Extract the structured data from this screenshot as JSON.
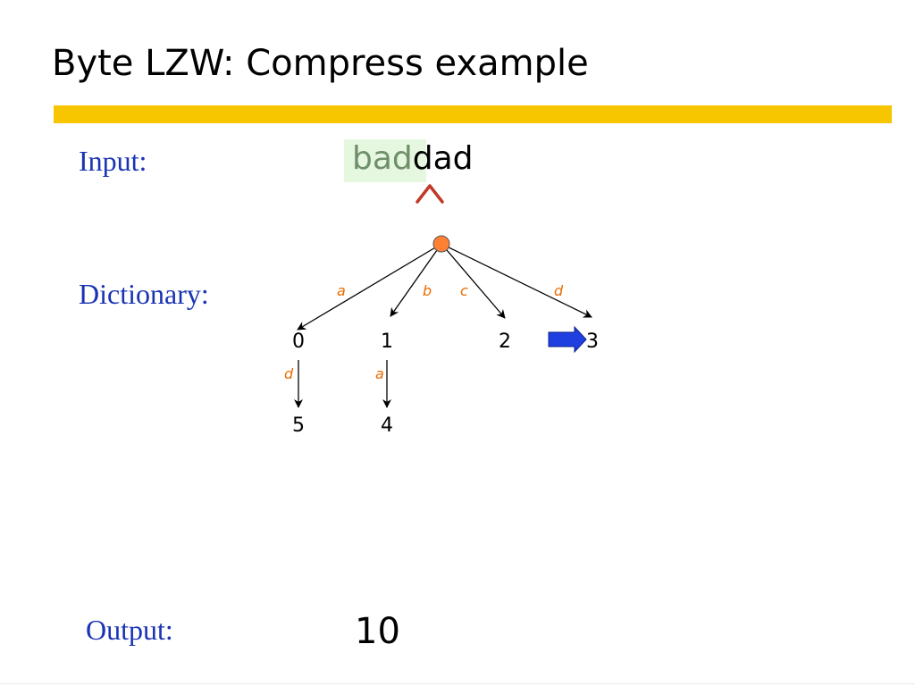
{
  "slide": {
    "title": "Byte LZW: Compress example",
    "input_label": "Input:",
    "dictionary_label": "Dictionary:",
    "output_label": "Output:"
  },
  "input": {
    "consumed": "bad",
    "remaining": "dad",
    "pointer_glyph": "^"
  },
  "output": {
    "value": "10"
  },
  "dictionary": {
    "nodes": [
      {
        "id": "root",
        "label": ""
      },
      {
        "id": "n0",
        "label": "0"
      },
      {
        "id": "n1",
        "label": "1"
      },
      {
        "id": "n2",
        "label": "2"
      },
      {
        "id": "n3",
        "label": "3"
      },
      {
        "id": "n5",
        "label": "5"
      },
      {
        "id": "n4",
        "label": "4"
      }
    ],
    "edges": [
      {
        "from": "root",
        "to": "n0",
        "label": "a"
      },
      {
        "from": "root",
        "to": "n1",
        "label": "b"
      },
      {
        "from": "root",
        "to": "n2",
        "label": "c"
      },
      {
        "from": "root",
        "to": "n3",
        "label": "d"
      },
      {
        "from": "n0",
        "to": "n5",
        "label": "d"
      },
      {
        "from": "n1",
        "to": "n4",
        "label": "a"
      }
    ],
    "current_node": "n3"
  },
  "colors": {
    "label_blue": "#1a33b3",
    "rule_yellow": "#f7c600",
    "edge_label_orange": "#e86c00",
    "root_fill": "#ff8033",
    "pointer_red": "#c0392b",
    "current_arrow_blue": "#1f3fe0",
    "consumed_text": "#6f8f6a",
    "consumed_bg": "#e6f7e0"
  }
}
